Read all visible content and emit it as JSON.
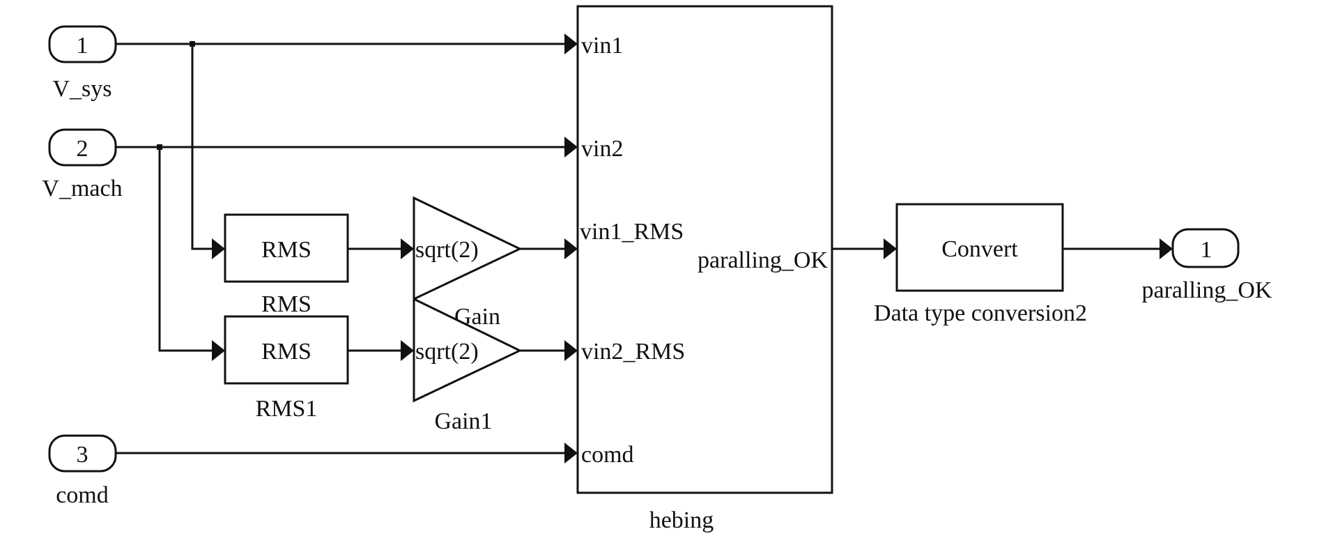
{
  "diagram": {
    "type": "simulink-block-diagram",
    "inports": [
      {
        "number": "1",
        "name": "V_sys"
      },
      {
        "number": "2",
        "name": "V_mach"
      },
      {
        "number": "3",
        "name": "comd"
      }
    ],
    "rms_blocks": [
      {
        "text": "RMS",
        "name": "RMS"
      },
      {
        "text": "RMS",
        "name": "RMS1"
      }
    ],
    "gain_blocks": [
      {
        "text": "sqrt(2)",
        "name": "Gain"
      },
      {
        "text": "sqrt(2)",
        "name": "Gain1"
      }
    ],
    "subsystem": {
      "name": "hebing",
      "input_ports": [
        "vin1",
        "vin2",
        "vin1_RMS",
        "vin2_RMS",
        "comd"
      ],
      "output_port": "paralling_OK"
    },
    "conversion_block": {
      "text": "Convert",
      "name": "Data type conversion2"
    },
    "outports": [
      {
        "number": "1",
        "name": "paralling_OK"
      }
    ],
    "connections": [
      {
        "from": "V_sys",
        "to": "hebing.vin1"
      },
      {
        "from": "V_sys",
        "to": "RMS"
      },
      {
        "from": "V_mach",
        "to": "hebing.vin2"
      },
      {
        "from": "V_mach",
        "to": "RMS1"
      },
      {
        "from": "RMS",
        "to": "Gain"
      },
      {
        "from": "RMS1",
        "to": "Gain1"
      },
      {
        "from": "Gain",
        "to": "hebing.vin1_RMS"
      },
      {
        "from": "Gain1",
        "to": "hebing.vin2_RMS"
      },
      {
        "from": "comd",
        "to": "hebing.comd"
      },
      {
        "from": "hebing.paralling_OK",
        "to": "Data type conversion2"
      },
      {
        "from": "Data type conversion2",
        "to": "paralling_OK"
      }
    ]
  }
}
